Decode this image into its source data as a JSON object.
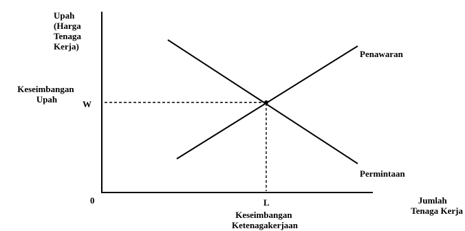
{
  "diagram": {
    "y_axis_title": [
      "Upah",
      "(Harga",
      "Tenaga",
      "Kerja)"
    ],
    "x_axis_title": [
      "Jumlah",
      "Tenaga Kerja"
    ],
    "origin_label": "0",
    "wage_tick_label": "W",
    "quantity_tick_label": "L",
    "wage_equilibrium_label": [
      "Keseimbangan",
      "Upah"
    ],
    "employment_equilibrium_label": [
      "Keseimbangan",
      "Ketenagakerjaan"
    ],
    "supply_label": "Penawaran",
    "demand_label": "Permintaan"
  }
}
